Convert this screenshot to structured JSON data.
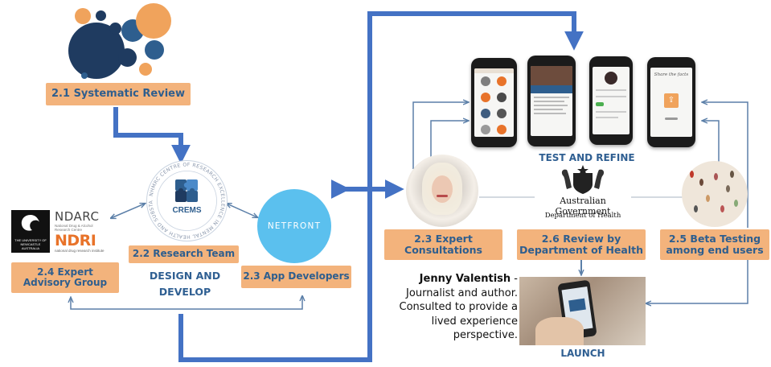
{
  "nodes": {
    "systematic_review": "2.1 Systematic Review",
    "research_team": "2.2 Research Team",
    "app_developers": "2.3 App Developers",
    "expert_advisory_line1": "2.4 Expert",
    "expert_advisory_line2": "Advisory Group",
    "expert_consult_line1": "2.3 Expert",
    "expert_consult_line2": "Consultations",
    "review_doh_line1": "2.6 Review by",
    "review_doh_line2": "Department of Health",
    "beta_line1": "2.5 Beta Testing",
    "beta_line2": "among end users"
  },
  "headings": {
    "design_line1": "DESIGN AND",
    "design_line2": "DEVELOP",
    "test_refine": "TEST AND REFINE",
    "launch": "LAUNCH"
  },
  "logos": {
    "crems": "CREMS",
    "crems_ring": "NHMRC CENTRE OF RESEARCH EXCELLENCE IN MENTAL HEALTH AND SUBSTANCE USE",
    "netfront": "NETFRONT",
    "ndarc": "NDARC",
    "ndarc_sub": "National Drug & Alcohol Research Centre",
    "ndri": "NDRI",
    "ndri_sub": "national drug research institute",
    "newcastle": "THE UNIVERSITY OF NEWCASTLE AUSTRALIA",
    "gov_line1": "Australian Government",
    "gov_line2": "Department of Health"
  },
  "caption": {
    "name": "Jenny Valentish",
    "text": "- Journalist and author. Consulted to provide a lived experience perspective."
  },
  "phone_screen_4": "Share the facts",
  "colors": {
    "box_fill": "#F3B37C",
    "box_text": "#2E5E8E",
    "arrow_blue": "#4472C4",
    "thin_arrow": "#5B7FA8",
    "bubble_dark": "#1F3B60",
    "bubble_mid": "#2E5E8E",
    "bubble_orange": "#F0A35C",
    "netfront": "#5BC0EE"
  }
}
